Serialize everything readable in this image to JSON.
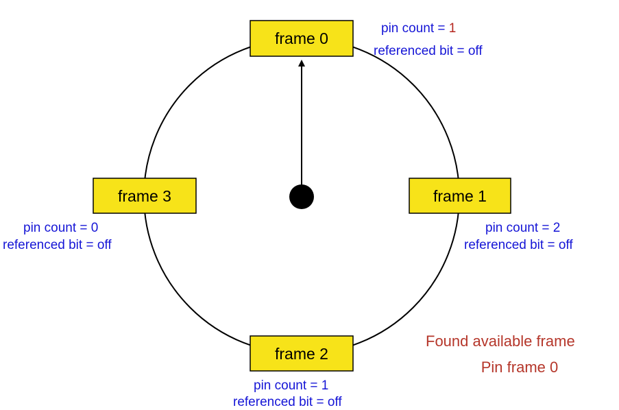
{
  "colors": {
    "frame_fill": "#f7e319",
    "info_text": "#1515d6",
    "highlight_value": "#b5261e",
    "status_text": "#b5362a",
    "line": "#000000"
  },
  "frames": [
    {
      "label": "frame 0",
      "pin_label": "pin count = ",
      "pin_value": "1",
      "referenced": "referenced bit = off",
      "pin_highlight": true
    },
    {
      "label": "frame 1",
      "pin_label": "pin count = ",
      "pin_value": "2",
      "referenced": "referenced bit = off",
      "pin_highlight": false
    },
    {
      "label": "frame 2",
      "pin_label": "pin count = ",
      "pin_value": "1",
      "referenced": "referenced bit = off",
      "pin_highlight": false
    },
    {
      "label": "frame 3",
      "pin_label": "pin count = ",
      "pin_value": "0",
      "referenced": "referenced bit = off",
      "pin_highlight": false
    }
  ],
  "clock_hand": {
    "points_to": "frame 0"
  },
  "status": {
    "line1": "Found available frame",
    "line2": "Pin frame 0"
  }
}
